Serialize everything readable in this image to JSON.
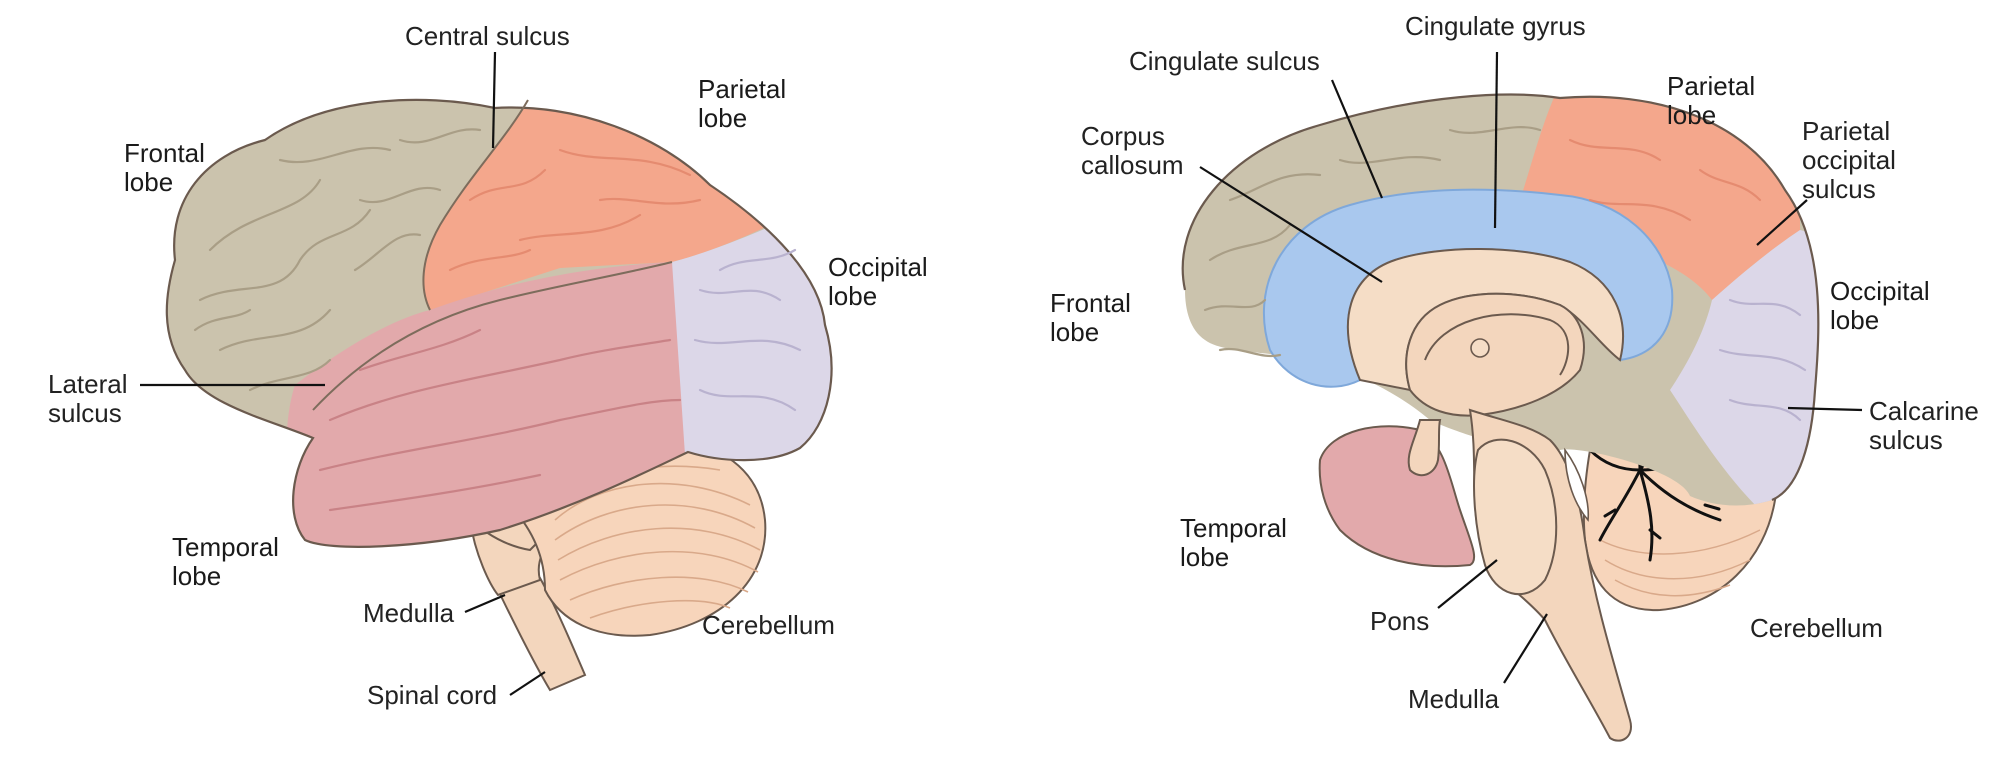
{
  "colors": {
    "frontal": "#cbc3ad",
    "parietal": "#f4a78c",
    "occipital": "#dcd7e8",
    "temporal": "#e2a9ab",
    "cingulate": "#a9c8ee",
    "cerebellum": "#f7d5bb",
    "brainstem": "#f3d6bd",
    "arbor": "#111111"
  },
  "lateral_view": {
    "central_sulcus": "Central sulcus",
    "parietal_lobe": [
      "Parietal",
      "lobe"
    ],
    "frontal_lobe": [
      "Frontal",
      "lobe"
    ],
    "occipital_lobe": [
      "Occipital",
      "lobe"
    ],
    "lateral_sulcus": [
      "Lateral",
      "sulcus"
    ],
    "temporal_lobe": [
      "Temporal",
      "lobe"
    ],
    "medulla": "Medulla",
    "cerebellum": "Cerebellum",
    "spinal_cord": "Spinal cord"
  },
  "medial_view": {
    "cingulate_gyrus": "Cingulate gyrus",
    "cingulate_sulcus": "Cingulate sulcus",
    "parietal_lobe": [
      "Parietal",
      "lobe"
    ],
    "corpus_callosum": [
      "Corpus",
      "callosum"
    ],
    "parietal_occipital_sulcus": [
      "Parietal",
      "occipital",
      "sulcus"
    ],
    "frontal_lobe": [
      "Frontal",
      "lobe"
    ],
    "occipital_lobe": [
      "Occipital",
      "lobe"
    ],
    "calcarine_sulcus": [
      "Calcarine",
      "sulcus"
    ],
    "temporal_lobe": [
      "Temporal",
      "lobe"
    ],
    "pons": "Pons",
    "cerebellum": "Cerebellum",
    "medulla": "Medulla"
  }
}
